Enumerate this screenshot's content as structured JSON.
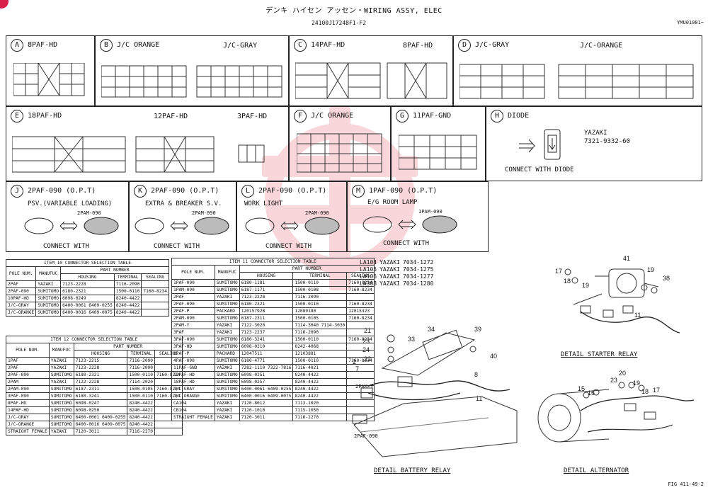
{
  "header": {
    "title": "デンキ ハイセン アッセン・WIRING ASSY, ELEC",
    "part_number": "24100J17248F1-F2",
    "serial": "YMU01001~",
    "figure": "FIG 411-49-2"
  },
  "connectors": {
    "A": {
      "letter": "A",
      "name": "8PAF-HD"
    },
    "B": {
      "letter": "B",
      "name": "J/C ORANGE",
      "name2": "J/C-GRAY"
    },
    "C": {
      "letter": "C",
      "name": "14PAF-HD",
      "name2": "8PAF-HD"
    },
    "D": {
      "letter": "D",
      "name": "J/C-GRAY",
      "name2": "J/C-ORANGE"
    },
    "E": {
      "letter": "E",
      "name": "18PAF-HD",
      "name2": "12PAF-HD",
      "name3": "3PAF-HD"
    },
    "F": {
      "letter": "F",
      "name": "J/C ORANGE"
    },
    "G": {
      "letter": "G",
      "name": "11PAF-GND"
    },
    "H": {
      "letter": "H",
      "name": "DIODE",
      "maker": "YAZAKI",
      "maker_pn": "7321-9332-60",
      "caption": "CONNECT WITH DIODE"
    },
    "J": {
      "letter": "J",
      "name": "2PAF-090 (O.P.T)",
      "desc": "PSV.(VARIABLE LOADING)",
      "mate": "2PAM-090",
      "caption": "CONNECT WITH"
    },
    "K": {
      "letter": "K",
      "name": "2PAF-090 (O.P.T)",
      "desc": "EXTRA & BREAKER S.V.",
      "mate": "2PAM-090",
      "caption": "CONNECT WITH"
    },
    "L": {
      "letter": "L",
      "name": "2PAF-090 (O.P.T)",
      "desc": "WORK LIGHT",
      "mate": "2PAM-090",
      "caption": "CONNECT WITH"
    },
    "M": {
      "letter": "M",
      "name": "1PAF-090 (O.P.T)",
      "desc": "E/G ROOM LAMP",
      "mate": "1PAM-090",
      "caption": "CONNECT WITH"
    }
  },
  "tables": {
    "t10": {
      "title": "ITEM 10 CONNECTOR SELECTION TABLE",
      "h_part": "PART NUMBER",
      "cols": [
        "POLE NUM.",
        "MANUFUC",
        "HOUSING",
        "TERMINAL",
        "SEALING"
      ],
      "rows": [
        [
          "2PAF",
          "YAZAKI",
          "7123-2228",
          "7116-2090",
          ""
        ],
        [
          "2PAF-090",
          "SUMITOMO",
          "6180-2321",
          "1500-0110",
          "7160-8234"
        ],
        [
          "10PAF-HD",
          "SUMITOMO",
          "6098-0249",
          "8240-4422",
          ""
        ],
        [
          "J/C-GRAY",
          "SUMITOMO",
          "6400-0061 6409-0255",
          "8240-4422",
          ""
        ],
        [
          "J/C-ORANGE",
          "SUMITOMO",
          "6400-0016 6409-0075",
          "8240-4422",
          ""
        ]
      ]
    },
    "t11": {
      "title": "ITEM 11 CONNECTOR SELECTION TABLE",
      "h_part": "PART NUMBER",
      "cols": [
        "POLE NUM.",
        "MANUFUC",
        "HOUSING",
        "TERMINAL",
        "SEALING"
      ],
      "rows": [
        [
          "1PAF-090",
          "SUMITOMO",
          "6180-1181",
          "1500-0110",
          "7160-8234"
        ],
        [
          "1PAM-090",
          "SUMITOMO",
          "6187-1171",
          "1500-0108",
          "7160-8234"
        ],
        [
          "2PAF",
          "YAZAKI",
          "7123-2228",
          "7116-2090",
          ""
        ],
        [
          "2PAF-090",
          "SUMITOMO",
          "6180-2321",
          "1500-0110",
          "7160-8234"
        ],
        [
          "2PAF-P",
          "PACKARD",
          "12015792B",
          "12089180",
          "12015323"
        ],
        [
          "2PAM-090",
          "SUMITOMO",
          "6187-2311",
          "1500-0105",
          "7160-8234"
        ],
        [
          "2PAM-Y",
          "YAZAKI",
          "7122-3020",
          "7114-3040 7114-3030",
          ""
        ],
        [
          "3PAF",
          "YAZAKI",
          "7123-2237",
          "7116-2090",
          ""
        ],
        [
          "3PAF-090",
          "SUMITOMO",
          "6180-3241",
          "1500-0110",
          "7160-8234"
        ],
        [
          "3PAF-HD",
          "SUMITOMO",
          "6098-0210",
          "8242-4068",
          ""
        ],
        [
          "3PAF-P",
          "PACKARD",
          "12047511",
          "12103881",
          ""
        ],
        [
          "4PAF-090",
          "SUMITOMO",
          "6180-4771",
          "1500-0110",
          "7160-8234"
        ],
        [
          "11PAF-GND",
          "YAZAKI",
          "7282-1110 7322-7816",
          "7116-4021",
          ""
        ],
        [
          "12PAF-HD",
          "SUMITOMO",
          "6098-0251",
          "8240-4422",
          ""
        ],
        [
          "18PAF-HD",
          "SUMITOMO",
          "6098-0257",
          "8240-4422",
          ""
        ],
        [
          "J/C-GRAY",
          "SUMITOMO",
          "6400-0061 6409-0255",
          "8240-4422",
          ""
        ],
        [
          "J/C-ORANGE",
          "SUMITOMO",
          "6400-0016 6409-0075",
          "8240-4422",
          ""
        ],
        [
          "CA104",
          "YAZAKI",
          "7120-8012",
          "7113-1020",
          ""
        ],
        [
          "CB104",
          "YAZAKI",
          "7120-1010",
          "7115-1050",
          ""
        ],
        [
          "STRAIGHT FEMALE",
          "YAZAKI",
          "7120-3011",
          "7116-2270",
          ""
        ]
      ]
    },
    "t12": {
      "title": "ITEM 12 CONNECTOR SELECTION TABLE",
      "h_part": "PART NUMBER",
      "cols": [
        "POLE NUM.",
        "MANUFUC",
        "HOUSING",
        "TERMINAL",
        "SEALING"
      ],
      "rows": [
        [
          "1PAF",
          "YAZAKI",
          "7123-2215",
          "7116-2090",
          ""
        ],
        [
          "2PAF",
          "YAZAKI",
          "7123-2228",
          "7116-2090",
          ""
        ],
        [
          "2PAF-090",
          "SUMITOMO",
          "6180-2321",
          "1500-0110",
          "7160-8234"
        ],
        [
          "2PAM",
          "YAZAKI",
          "7122-2228",
          "7114-2020",
          ""
        ],
        [
          "2PAM-090",
          "SUMITOMO",
          "6187-2311",
          "1500-0105",
          "7160-8234"
        ],
        [
          "3PAF-090",
          "SUMITOMO",
          "6180-3241",
          "1500-0110",
          "7160-8234"
        ],
        [
          "8PAF-HD",
          "SUMITOMO",
          "6098-0247",
          "8240-4422",
          ""
        ],
        [
          "14PAF-HD",
          "SUMITOMO",
          "6098-0250",
          "8240-4422",
          ""
        ],
        [
          "J/C-GRAY",
          "SUMITOMO",
          "6400-0061 6409-0255",
          "8240-4422",
          ""
        ],
        [
          "J/C-ORANGE",
          "SUMITOMO",
          "6400-0016 6409-0075",
          "8240-4422",
          ""
        ],
        [
          "STRAIGHT FEMALE",
          "YAZAKI",
          "7120-3011",
          "7116-2270",
          ""
        ]
      ]
    }
  },
  "la_list": [
    {
      "code": "LA104",
      "maker": "YAZAKI",
      "pn": "7034-1272"
    },
    {
      "code": "LA105",
      "maker": "YAZAKI",
      "pn": "7034-1275"
    },
    {
      "code": "LA106",
      "maker": "YAZAKI",
      "pn": "7034-1277"
    },
    {
      "code": "LA308",
      "maker": "YAZAKI",
      "pn": "7034-1280"
    }
  ],
  "details": {
    "battery": {
      "title": "DETAIL BATTERY RELAY",
      "callouts": [
        "21",
        "23",
        "24",
        "22",
        "33",
        "34",
        "39",
        "40",
        "2",
        "7",
        "8",
        "11"
      ],
      "labels": [
        "2PAM-Y",
        "2PAF-090"
      ]
    },
    "starter": {
      "title": "DETAIL STARTER RELAY",
      "callouts": [
        "17",
        "18",
        "19",
        "41",
        "19",
        "38",
        "11"
      ]
    },
    "alternator": {
      "title": "DETAIL ALTERNATOR",
      "callouts": [
        "15",
        "16",
        "23",
        "20",
        "19",
        "18",
        "17"
      ]
    }
  }
}
